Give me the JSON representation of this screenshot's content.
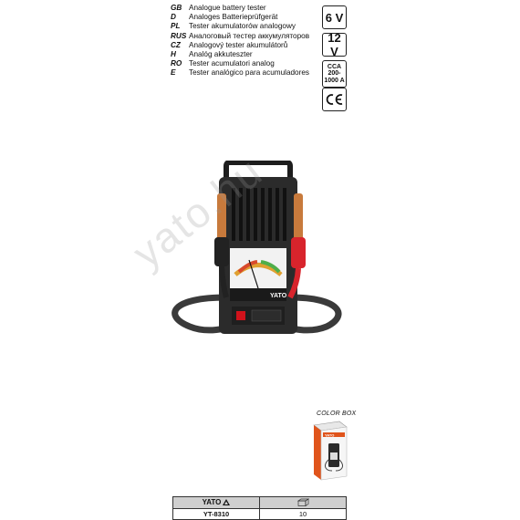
{
  "languages": [
    {
      "code": "GB",
      "text": "Analogue battery tester"
    },
    {
      "code": "D",
      "text": "Analoges Batterieprüfgerät"
    },
    {
      "code": "PL",
      "text": "Tester akumulatorów analogowy"
    },
    {
      "code": "RUS",
      "text": "Аналоговый тестер аккумуляторов"
    },
    {
      "code": "CZ",
      "text": "Analogový tester akumulátorů"
    },
    {
      "code": "H",
      "text": "Analóg akkuteszter"
    },
    {
      "code": "RO",
      "text": "Tester acumulatori analog"
    },
    {
      "code": "E",
      "text": "Tester analógico para acumuladores"
    }
  ],
  "badges": {
    "volt6": "6 V",
    "volt12": "12 V",
    "cca_line1": "CCA",
    "cca_line2": "200-",
    "cca_line3": "1000 A",
    "ce": "CE"
  },
  "watermark": "yato.hu",
  "product": {
    "front_brand": "YATO",
    "switch_color": "#d0121b",
    "clamp_red": "#d8242c",
    "clamp_black": "#222222",
    "copper": "#c87a3c"
  },
  "colorbox": {
    "label": "COLOR BOX",
    "brand": "YATO"
  },
  "table": {
    "brand": "YATO",
    "code": "YT-8310",
    "qty": "10"
  },
  "colors": {
    "border": "#333333",
    "table_header": "#cfcfcf",
    "box_orange": "#e0541b"
  }
}
